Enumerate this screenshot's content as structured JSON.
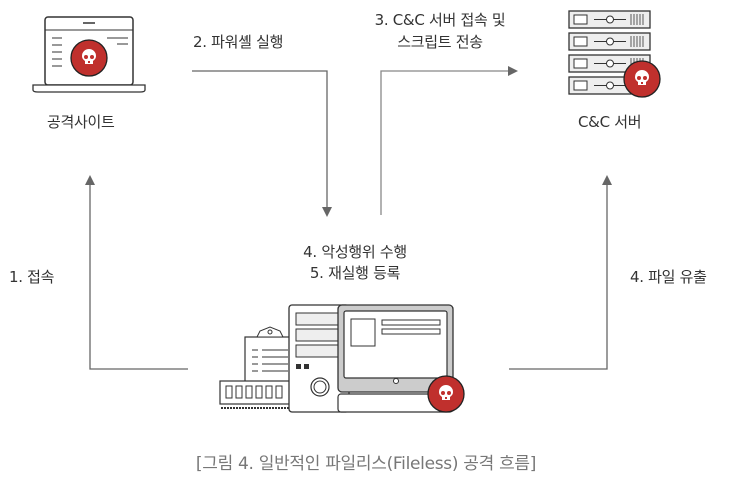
{
  "nodes": {
    "attack_site": {
      "label": "공격사이트",
      "icon": "laptop-icon"
    },
    "cnc_server": {
      "label": "C&C 서버",
      "icon": "server-rack-icon"
    },
    "victim_pc": {
      "icon": "desktop-computer-icon"
    }
  },
  "steps": {
    "step1": "1. 접속",
    "step2": "2. 파워셸 실행",
    "step3_line1": "3. C&C 서버 접속 및",
    "step3_line2": "스크립트 전송",
    "step4_line1": "4. 악성행위 수행",
    "step4_line2": "5. 재실행 등록",
    "step4_exfil": "4. 파일 유출"
  },
  "caption": "[그림 4. 일반적인 파일리스(Fileless) 공격 흐름]",
  "colors": {
    "malware_red": "#c0302d",
    "line_gray": "#666666",
    "icon_stroke": "#333333",
    "icon_fill": "#eeeeee",
    "caption_gray": "#777777"
  }
}
